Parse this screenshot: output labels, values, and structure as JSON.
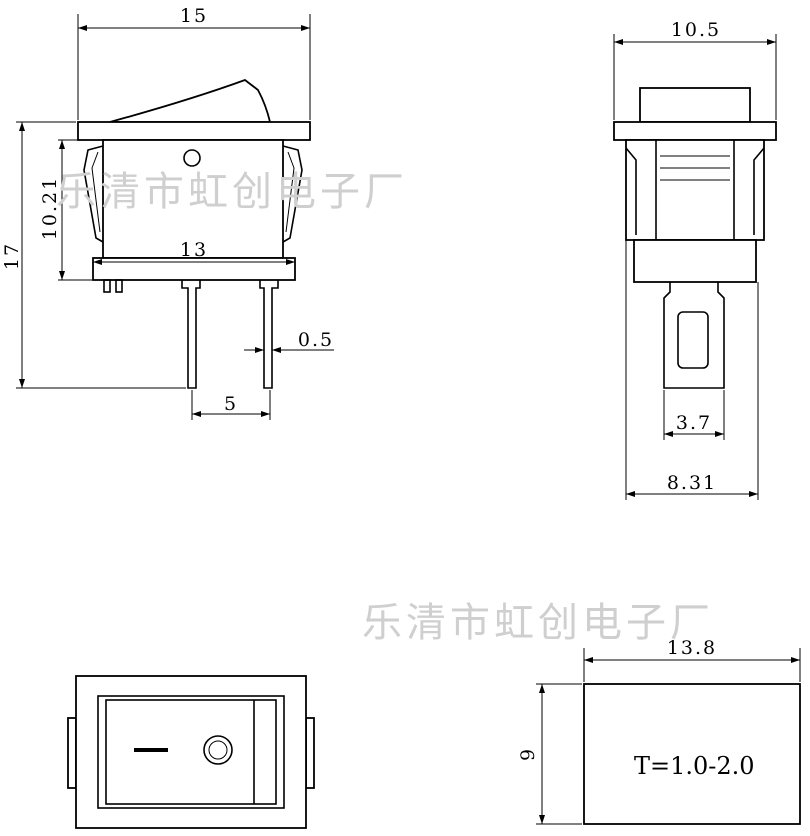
{
  "watermark": {
    "text": "乐清市虹创电子厂"
  },
  "front_view": {
    "width": "15",
    "height_total": "17",
    "height_body": "10.21",
    "base_width": "13",
    "pin_thickness": "0.5",
    "pin_pitch": "5"
  },
  "side_view": {
    "top_width": "10.5",
    "terminal_width": "3.7",
    "body_width": "8.31"
  },
  "panel_cutout": {
    "width": "13.8",
    "height": "9",
    "thickness": "T=1.0-2.0"
  },
  "colors": {
    "line": "#000000",
    "watermark": "#cfcfcf"
  }
}
